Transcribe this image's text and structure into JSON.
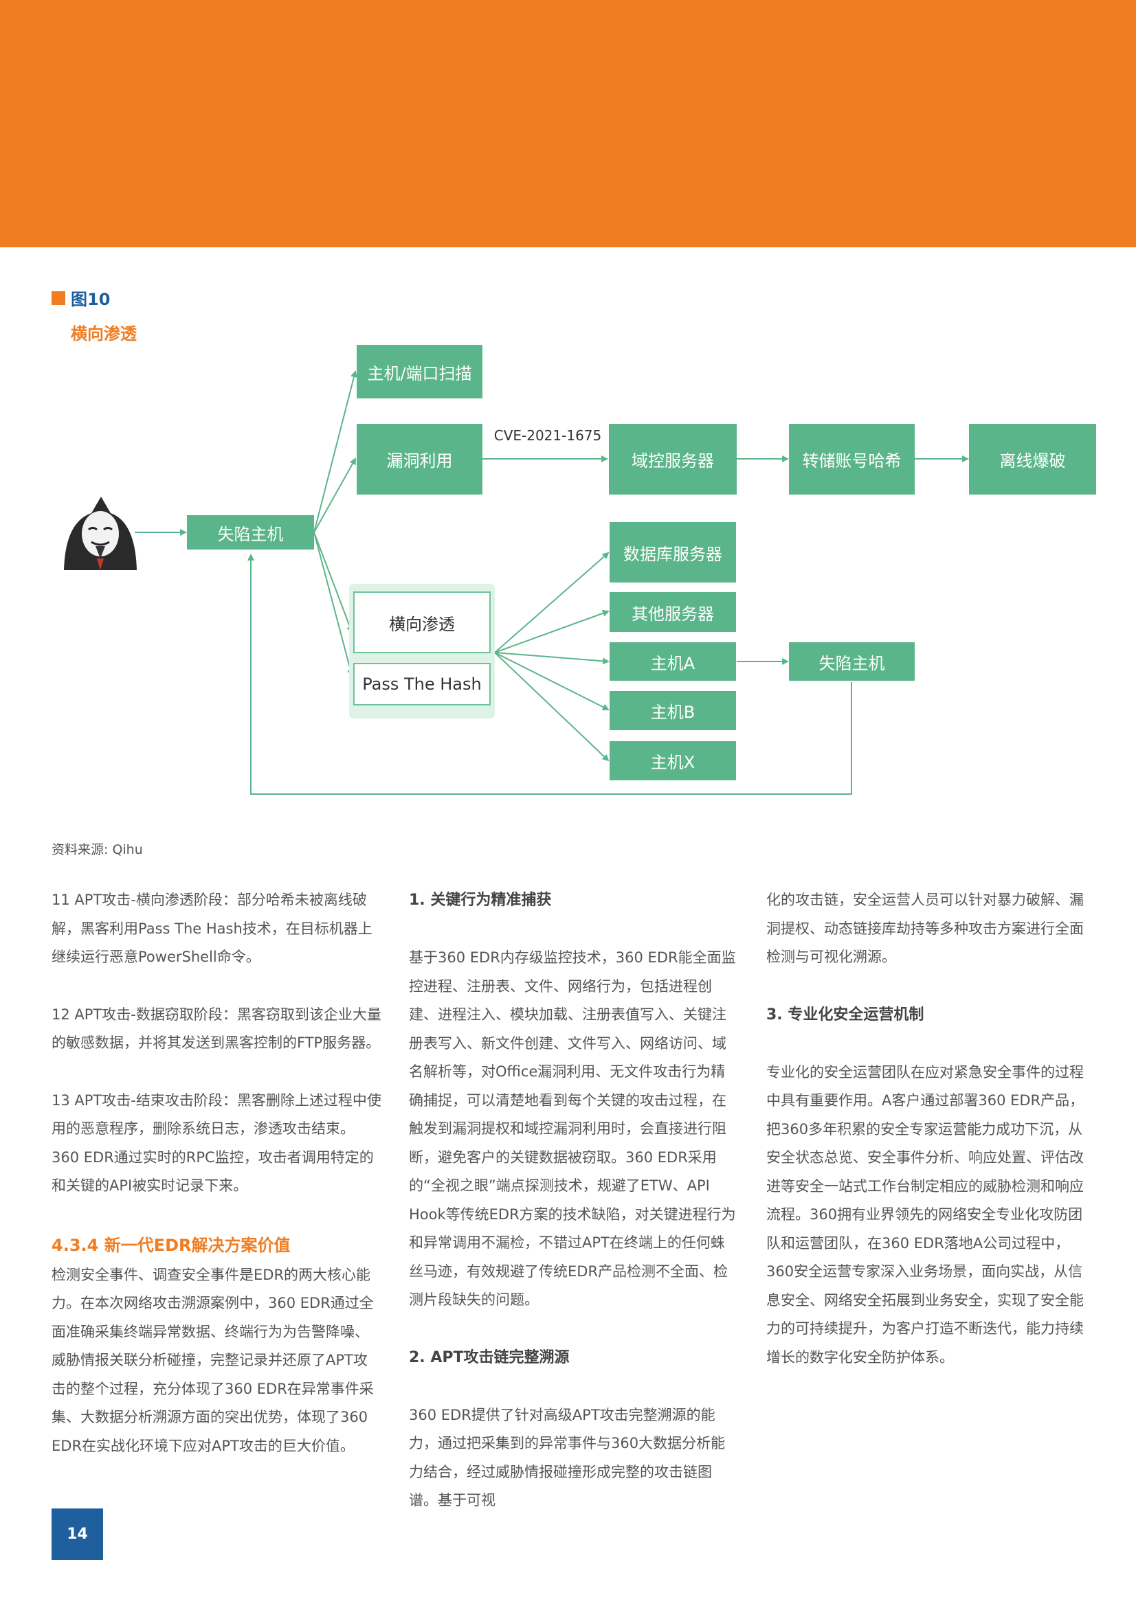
{
  "figure": {
    "label": "图10",
    "title": "横向渗透",
    "nodes": {
      "compromised_host": "失陷主机",
      "port_scan": "主机/端口扫描",
      "exploit": "漏洞利用",
      "cve": "CVE-2021-1675",
      "domain_controller": "域控服务器",
      "dump_hash": "转储账号哈希",
      "offline_crack": "离线爆破",
      "db_server": "数据库服务器",
      "other_servers": "其他服务器",
      "host_a": "主机A",
      "host_b": "主机B",
      "host_x": "主机X",
      "compromised_host_2": "失陷主机",
      "lateral": "横向渗透",
      "pass_the_hash": "Pass The Hash"
    },
    "source": "资料来源: Qihu"
  },
  "col1": {
    "p1": "11 APT攻击-横向渗透阶段：部分哈希未被离线破解，黑客利用Pass The Hash技术，在目标机器上继续运行恶意PowerShell命令。",
    "p2": "12 APT攻击-数据窃取阶段：黑客窃取到该企业大量的敏感数据，并将其发送到黑客控制的FTP服务器。",
    "p3": "13 APT攻击-结束攻击阶段：黑客删除上述过程中使用的恶意程序，删除系统日志，渗透攻击结束。360 EDR通过实时的RPC监控，攻击者调用特定的和关键的API被实时记录下来。",
    "heading": "4.3.4 新一代EDR解决方案价值",
    "p4": "检测安全事件、调查安全事件是EDR的两大核心能力。在本次网络攻击溯源案例中，360 EDR通过全面准确采集终端异常数据、终端行为为告警降噪、威胁情报关联分析碰撞，完整记录并还原了APT攻击的整个过程，充分体现了360 EDR在异常事件采集、大数据分析溯源方面的突出优势，体现了360 EDR在实战化环境下应对APT攻击的巨大价值。"
  },
  "col2": {
    "h1": "1. 关键行为精准捕获",
    "p1": "基于360 EDR内存级监控技术，360 EDR能全面监控进程、注册表、文件、网络行为，包括进程创建、进程注入、模块加载、注册表值写入、关键注册表写入、新文件创建、文件写入、网络访问、域名解析等，对Office漏洞利用、无文件攻击行为精确捕捉，可以清楚地看到每个关键的攻击过程，在触发到漏洞提权和域控漏洞利用时，会直接进行阻断，避免客户的关键数据被窃取。360 EDR采用的“全视之眼”端点探测技术，规避了ETW、API Hook等传统EDR方案的技术缺陷，对关键进程行为和异常调用不漏检，不错过APT在终端上的任何蛛丝马迹，有效规避了传统EDR产品检测不全面、检测片段缺失的问题。",
    "h2": "2. APT攻击链完整溯源",
    "p2": "360 EDR提供了针对高级APT攻击完整溯源的能力，通过把采集到的异常事件与360大数据分析能力结合，经过威胁情报碰撞形成完整的攻击链图谱。基于可视"
  },
  "col3": {
    "p1": "化的攻击链，安全运营人员可以针对暴力破解、漏洞提权、动态链接库劫持等多种攻击方案进行全面检测与可视化溯源。",
    "h1": "3. 专业化安全运营机制",
    "p2": "专业化的安全运营团队在应对紧急安全事件的过程中具有重要作用。A客户通过部署360 EDR产品，把360多年积累的安全专家运营能力成功下沉，从安全状态总览、安全事件分析、响应处置、评估改进等安全一站式工作台制定相应的威胁检测和响应流程。360拥有业界领先的网络安全专业化攻防团队和运营团队，在360 EDR落地A公司过程中，360安全运营专家深入业务场景，面向实战，从信息安全、网络安全拓展到业务安全，实现了安全能力的可持续提升，为客户打造不断迭代，能力持续增长的数字化安全防护体系。"
  },
  "page_number": "14",
  "colors": {
    "orange": "#f07d22",
    "blue": "#1f5f9e",
    "green": "#5bb58a"
  }
}
